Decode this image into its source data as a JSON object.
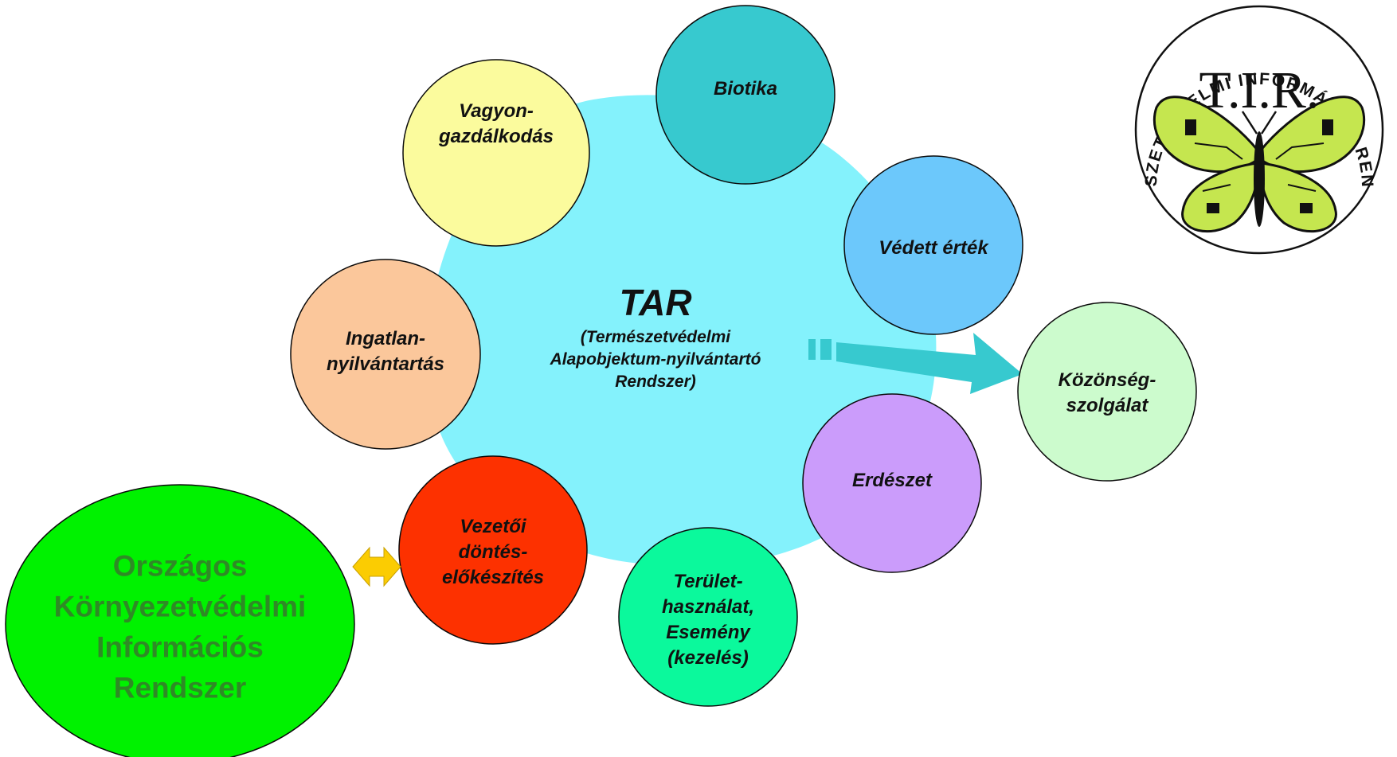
{
  "center": {
    "title": "TAR",
    "subtitle_lines": [
      "(Természetvédelmi",
      "Alapobjektum-nyilvántartó",
      "Rendszer)"
    ],
    "color": "#84f2fc"
  },
  "modules": {
    "vagyon": {
      "lines": [
        "Vagyon-",
        "gazdálkodás"
      ],
      "color": "#fbfb9d"
    },
    "biotika": {
      "lines": [
        "Biotika"
      ],
      "color": "#37c9cf"
    },
    "vedett": {
      "lines": [
        "Védett érték"
      ],
      "color": "#6cc8fb"
    },
    "ingatlan": {
      "lines": [
        "Ingatlan-",
        "nyilvántartás"
      ],
      "color": "#fbc79b"
    },
    "kozonseg": {
      "lines": [
        "Közönség-",
        "szolgálat"
      ],
      "color": "#ccfbcd"
    },
    "erdeszet": {
      "lines": [
        "Erdészet"
      ],
      "color": "#cb9cfb"
    },
    "vezetoi": {
      "lines": [
        "Vezetői",
        "döntés-",
        "előkészítés"
      ],
      "color": "#fd3100"
    },
    "terulet": {
      "lines": [
        "Terület-",
        "használat,",
        "Esemény",
        "(kezelés)"
      ],
      "color": "#0bf99c"
    }
  },
  "external": {
    "okir": {
      "lines": [
        "Országos",
        "Környezetvédelmi",
        "Információs",
        "Rendszer"
      ],
      "color": "#00f200",
      "text_color": "#2f8a26"
    }
  },
  "connectors": {
    "to_public": {
      "color": "#37c9cf",
      "from": "center",
      "to": "kozonseg"
    },
    "okir_link": {
      "color": "#fbcc02",
      "from": "okir",
      "to": "vezetoi",
      "bidirectional": true
    }
  },
  "logo": {
    "title": "T.I.R.",
    "ring_text": "TERMÉSZETVÉDELMI INFORMÁCIÓS RENDSZER",
    "wing_color": "#c5e64f"
  }
}
